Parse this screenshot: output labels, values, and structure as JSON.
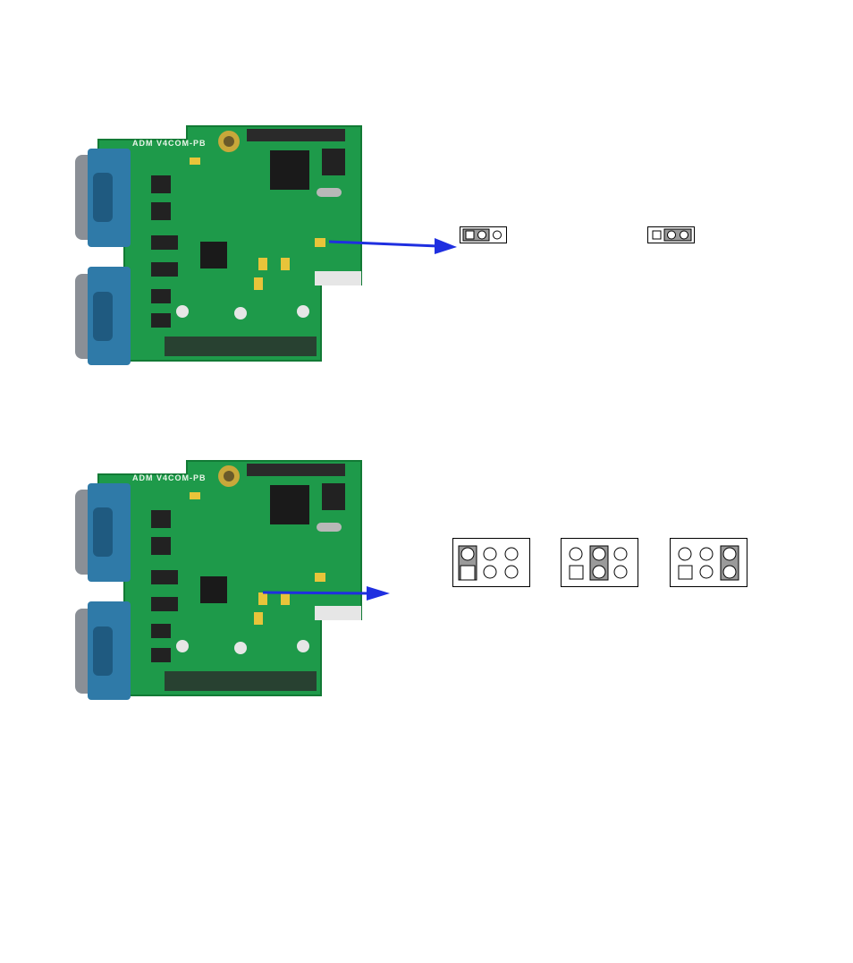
{
  "boards": [
    {
      "id": "board-1",
      "silkscreen": "ADM V4COM-PB"
    },
    {
      "id": "board-2",
      "silkscreen": "ADM V4COM-PB"
    }
  ],
  "colors": {
    "pcb": "#1e9a4a",
    "pcb_dark": "#127a35",
    "connector": "#2f7aa8",
    "connector_dark": "#1f5a80",
    "arrow": "#1f2fe0",
    "jumper_cap": "#e8c43a",
    "jumper_fill": "#9a9a9a"
  },
  "jumpers_3pin": [
    {
      "id": "jp3-a",
      "cap_on": [
        1,
        2
      ]
    },
    {
      "id": "jp3-b",
      "cap_on": [
        2,
        3
      ]
    }
  ],
  "jumpers_6pin": [
    {
      "id": "jp6-a",
      "cap_column": 1
    },
    {
      "id": "jp6-b",
      "cap_column": 2
    },
    {
      "id": "jp6-c",
      "cap_column": 3
    }
  ]
}
